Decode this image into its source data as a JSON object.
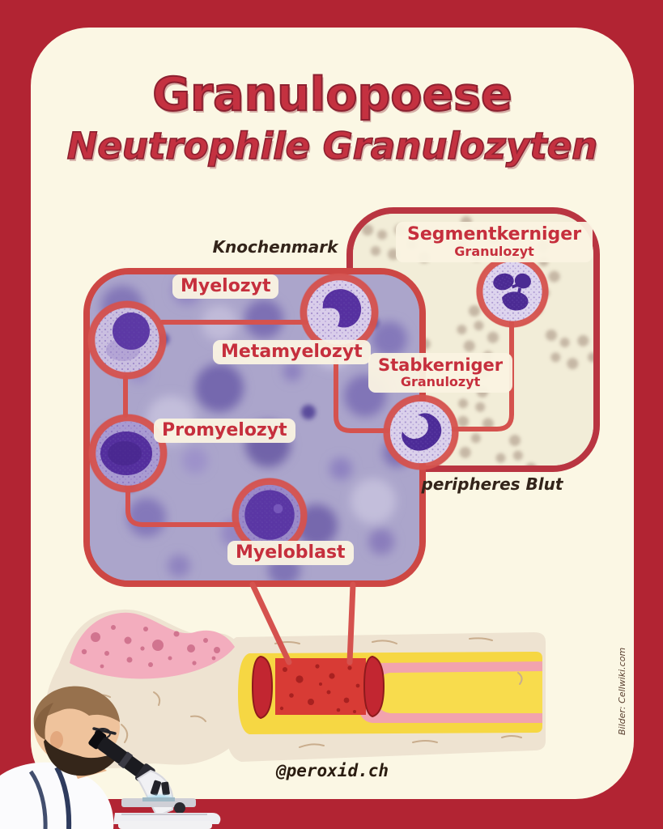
{
  "title": {
    "main": "Granulopoese",
    "subtitle": "Neutrophile Granulozyten"
  },
  "panels": {
    "bone_marrow": {
      "label": "Knochenmark"
    },
    "peripheral_blood": {
      "label": "peripheres Blut"
    }
  },
  "stages": {
    "myeloblast": {
      "label": "Myeloblast"
    },
    "promyelozyt": {
      "label": "Promyelozyt"
    },
    "myelozyt": {
      "label": "Myelozyt"
    },
    "metamyelozyt": {
      "label": "Metamyelozyt"
    },
    "stabkerniger": {
      "label": "Stabkerniger",
      "sublabel": "Granulozyt"
    },
    "segmentkerniger": {
      "label": "Segmentkerniger",
      "sublabel": "Granulozyt"
    }
  },
  "footer": {
    "handle": "@peroxid.ch",
    "credit": "Bilder: Cellwiki.com"
  },
  "palette": {
    "border_red": "#b22433",
    "card_cream": "#fbf7e4",
    "title_red": "#c43140",
    "label_red": "#c62f3d",
    "connector_red": "#d5524e",
    "marrow_panel_border": "#cd4744",
    "blood_panel_border": "#b93541",
    "marrow_bg": "#aba5cb",
    "blood_bg": "#f2edd8",
    "nucleus_purple": "#5531a0",
    "bone_cream": "#eee3d1",
    "spongy_pink": "#f3adbe",
    "marrow_yellow": "#f6d743",
    "red_marrow": "#d83b35"
  }
}
